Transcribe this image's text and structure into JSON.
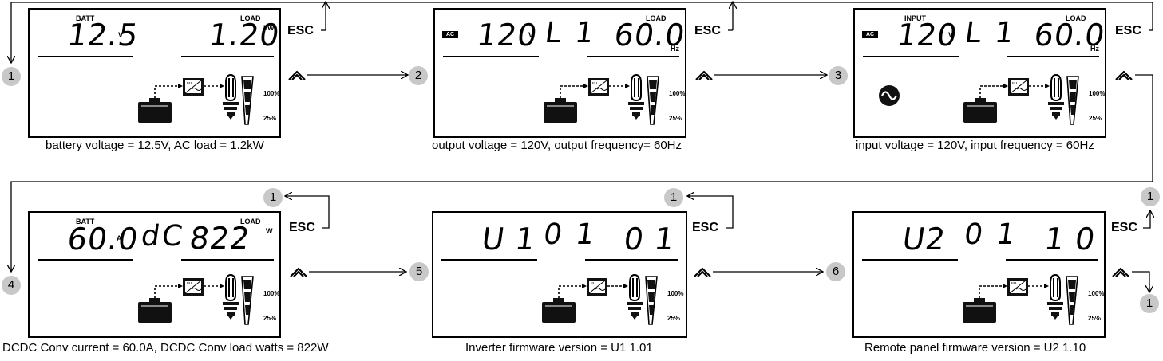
{
  "esc_label": "ESC",
  "nav_numbers": [
    "1",
    "2",
    "3",
    "4",
    "5",
    "6"
  ],
  "panels": [
    {
      "id": 1,
      "left_label": "BATT",
      "right_label": "LOAD",
      "left_value": "12.5",
      "left_unit": "V",
      "middle": "",
      "right_value": "1.20",
      "right_unit": "kW",
      "ac_badge": "",
      "has_sine": false,
      "pct_high": "100%",
      "pct_low": "25%",
      "caption": "battery voltage = 12.5V, AC load = 1.2kW"
    },
    {
      "id": 2,
      "left_label": "",
      "right_label": "LOAD",
      "left_value": "120",
      "left_unit": "V",
      "middle": "L 1",
      "right_value": "60.0",
      "right_unit": "Hz",
      "ac_badge": "AC",
      "has_sine": false,
      "pct_high": "100%",
      "pct_low": "25%",
      "caption": "output voltage = 120V, output frequency= 60Hz"
    },
    {
      "id": 3,
      "left_label": "INPUT",
      "right_label": "LOAD",
      "left_value": "120",
      "left_unit": "V",
      "middle": "L 1",
      "right_value": "60.0",
      "right_unit": "Hz",
      "ac_badge": "AC",
      "has_sine": true,
      "pct_high": "100%",
      "pct_low": "25%",
      "caption": "input voltage = 120V, input frequency = 60Hz"
    },
    {
      "id": 4,
      "left_label": "BATT",
      "right_label": "LOAD",
      "left_value": "60.0",
      "left_unit": "A",
      "middle": "dC",
      "right_value": "822",
      "right_unit": "W",
      "ac_badge": "",
      "has_sine": false,
      "pct_high": "100%",
      "pct_low": "25%",
      "caption": "DCDC Conv current = 60.0A, DCDC Conv load watts = 822W"
    },
    {
      "id": 5,
      "left_label": "",
      "right_label": "",
      "left_value": "U 1",
      "left_unit": "",
      "middle": "0 1",
      "right_value": "0 1",
      "right_unit": "",
      "ac_badge": "",
      "has_sine": false,
      "pct_high": "100%",
      "pct_low": "25%",
      "caption": "Inverter firmware version = U1 1.01"
    },
    {
      "id": 6,
      "left_label": "",
      "right_label": "",
      "left_value": "U2",
      "left_unit": "",
      "middle": "0 1",
      "right_value": "1 0",
      "right_unit": "",
      "ac_badge": "",
      "has_sine": false,
      "pct_high": "100%",
      "pct_low": "25%",
      "caption": "Remote panel firmware version = U2 1.10"
    }
  ]
}
